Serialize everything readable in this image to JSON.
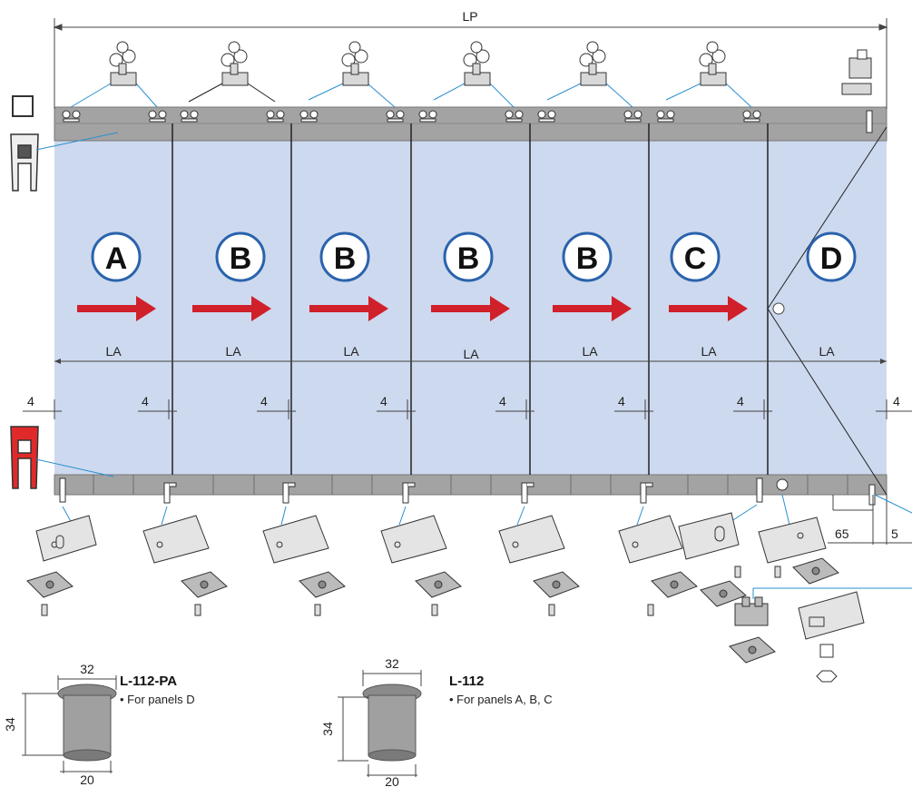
{
  "dimensions": {
    "total_width": "LP",
    "panel_width": "LA",
    "gap": "4",
    "end_offset": "65",
    "end_gap": "5"
  },
  "panels": [
    {
      "letter": "A"
    },
    {
      "letter": "B"
    },
    {
      "letter": "B"
    },
    {
      "letter": "B"
    },
    {
      "letter": "B"
    },
    {
      "letter": "C"
    },
    {
      "letter": "D"
    }
  ],
  "colors": {
    "glass": "#cdd9ee",
    "rail": "#9e9e9e",
    "arrow": "#d0202a",
    "badge_ring": "#2a63ad",
    "leader": "#2a8fd0"
  },
  "parts": [
    {
      "title": "L-112-PA",
      "desc": "• For panels D",
      "top": "32",
      "height": "34",
      "bottom": "20"
    },
    {
      "title": "L-112",
      "desc": "• For panels A, B, C",
      "top": "32",
      "height": "34",
      "bottom": "20"
    }
  ]
}
